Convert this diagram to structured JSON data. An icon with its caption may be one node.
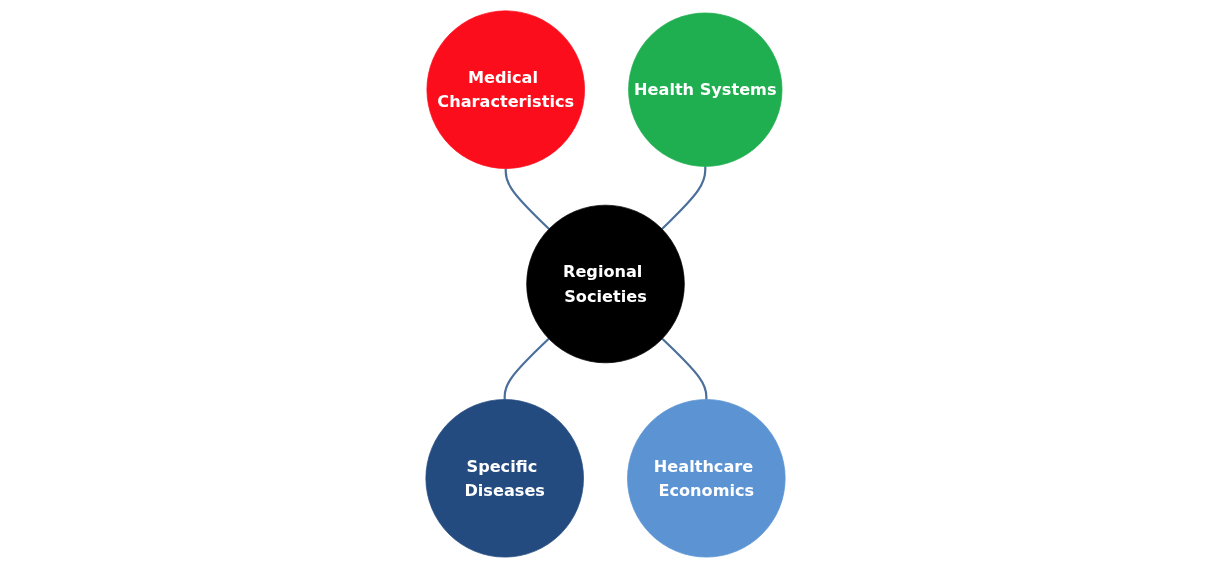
{
  "diagram": {
    "nodes": [
      {
        "text": [
          "Medical Characteristics"
        ]
      },
      {
        "text": [
          "Health Systems"
        ]
      },
      {
        "text": [
          "Regional Societies"
        ]
      },
      {
        "text": [
          "Specific Diseases"
        ]
      },
      {
        "text": [
          "Healthcare Economics"
        ]
      }
    ],
    "edges": [
      {
        "from": 0,
        "to": 2,
        "arrow": "none"
      },
      {
        "from": 1,
        "to": 2,
        "arrow": "none"
      },
      {
        "from": 2,
        "to": 3,
        "arrow": "none"
      },
      {
        "from": 2,
        "to": 4,
        "arrow": "none"
      }
    ]
  }
}
